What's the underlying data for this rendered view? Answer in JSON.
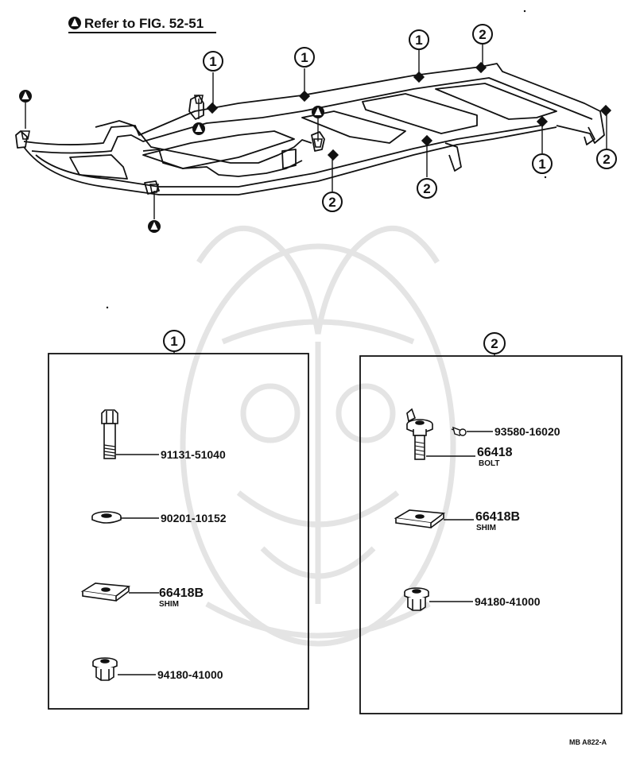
{
  "header": {
    "ref_text": "Refer to FIG. 52-51",
    "ref_symbol": "triangle-in-circle"
  },
  "callouts": {
    "one": "1",
    "two": "2"
  },
  "group_1": {
    "label": "1",
    "parts": [
      {
        "part_no": "91131-51040",
        "name": "",
        "icon": "bolt-icon"
      },
      {
        "part_no": "90201-10152",
        "name": "",
        "icon": "washer-icon"
      },
      {
        "part_no": "66418B",
        "name": "SHIM",
        "icon": "shim-icon"
      },
      {
        "part_no": "94180-41000",
        "name": "",
        "icon": "nut-icon"
      }
    ]
  },
  "group_2": {
    "label": "2",
    "parts": [
      {
        "part_no": "93580-16020",
        "name": "",
        "icon": "screw-icon"
      },
      {
        "part_no": "66418",
        "name": "BOLT",
        "icon": "flange-bolt-icon"
      },
      {
        "part_no": "66418B",
        "name": "SHIM",
        "icon": "shim-icon"
      },
      {
        "part_no": "94180-41000",
        "name": "",
        "icon": "nut-icon"
      }
    ]
  },
  "figure_code": "MB A822-A",
  "colors": {
    "ink": "#111111",
    "watermark": "#e4e4e4",
    "background": "#ffffff"
  }
}
